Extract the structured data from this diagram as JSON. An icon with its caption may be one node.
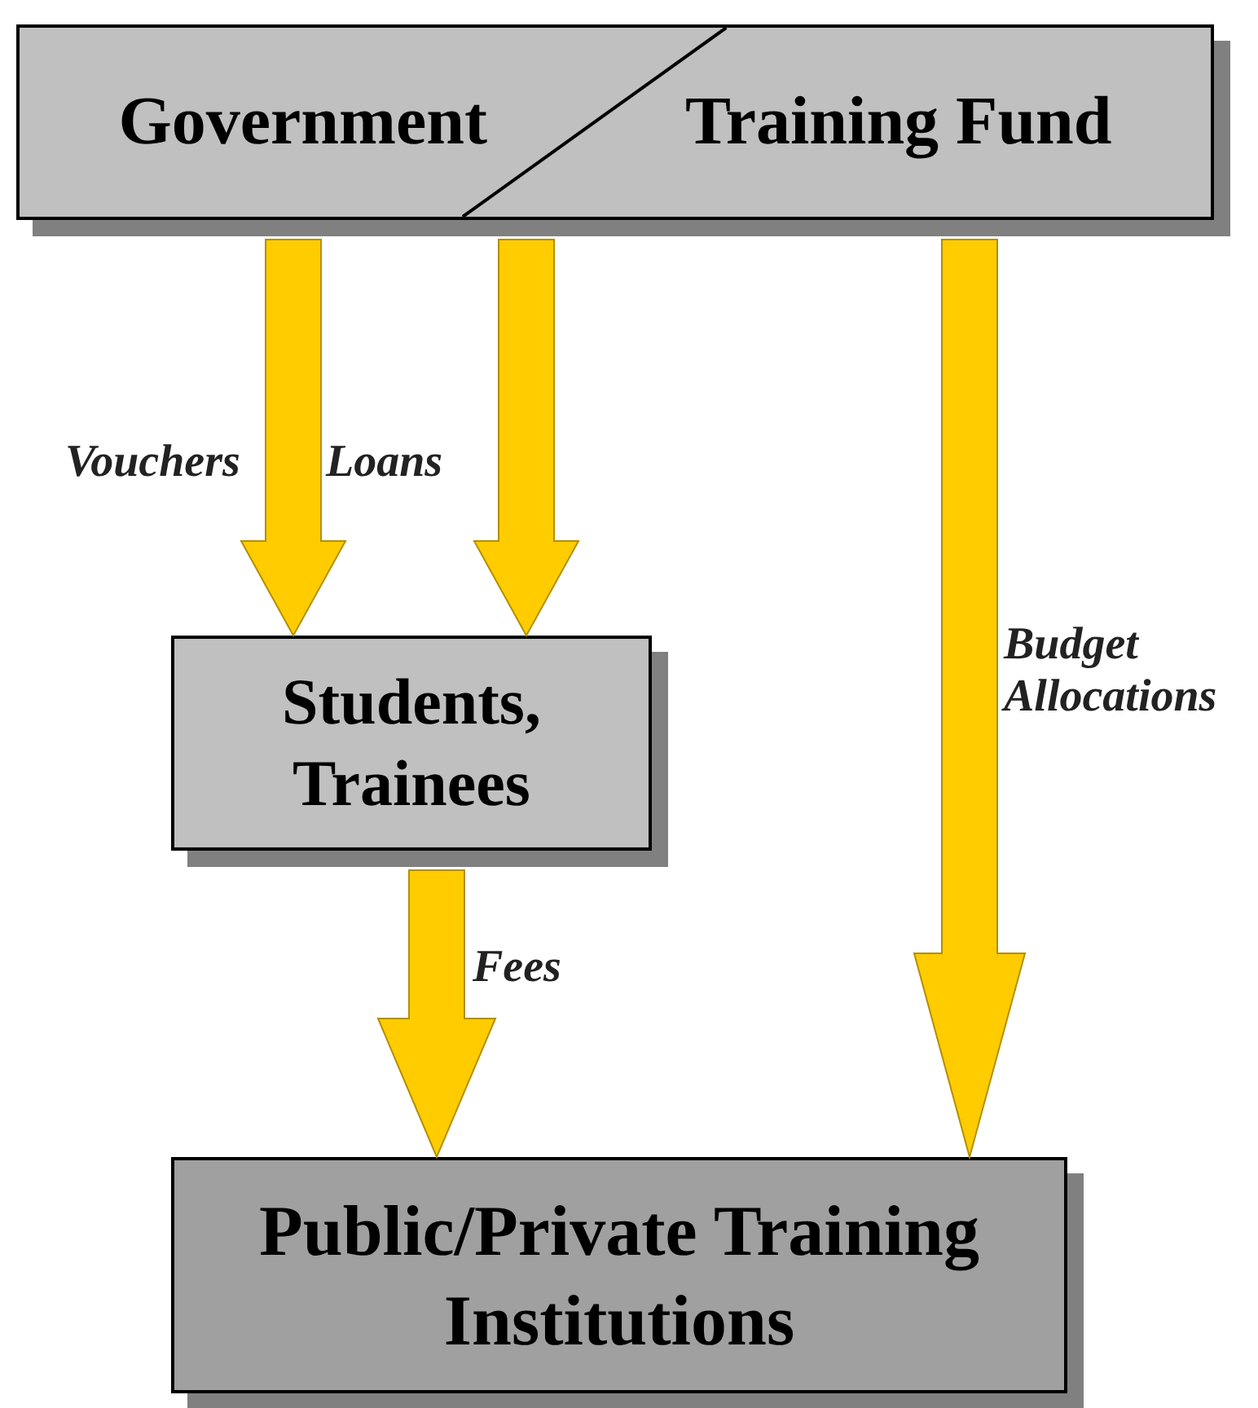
{
  "diagram": {
    "nodes": [
      {
        "text": [
          "Government",
          "Training Fund"
        ]
      },
      {
        "text": [
          "Students, Trainees"
        ]
      },
      {
        "text": [
          "Public/Private Training Institutions"
        ]
      }
    ],
    "edges": [
      {
        "from": 0,
        "to": 1,
        "arrow": "to",
        "label": "Vouchers"
      },
      {
        "from": 0,
        "to": 1,
        "arrow": "to",
        "label": "Loans"
      },
      {
        "from": 1,
        "to": 2,
        "arrow": "to",
        "label": "Fees"
      },
      {
        "from": 0,
        "to": 2,
        "arrow": "to",
        "label": "Budget Allocations"
      }
    ]
  }
}
